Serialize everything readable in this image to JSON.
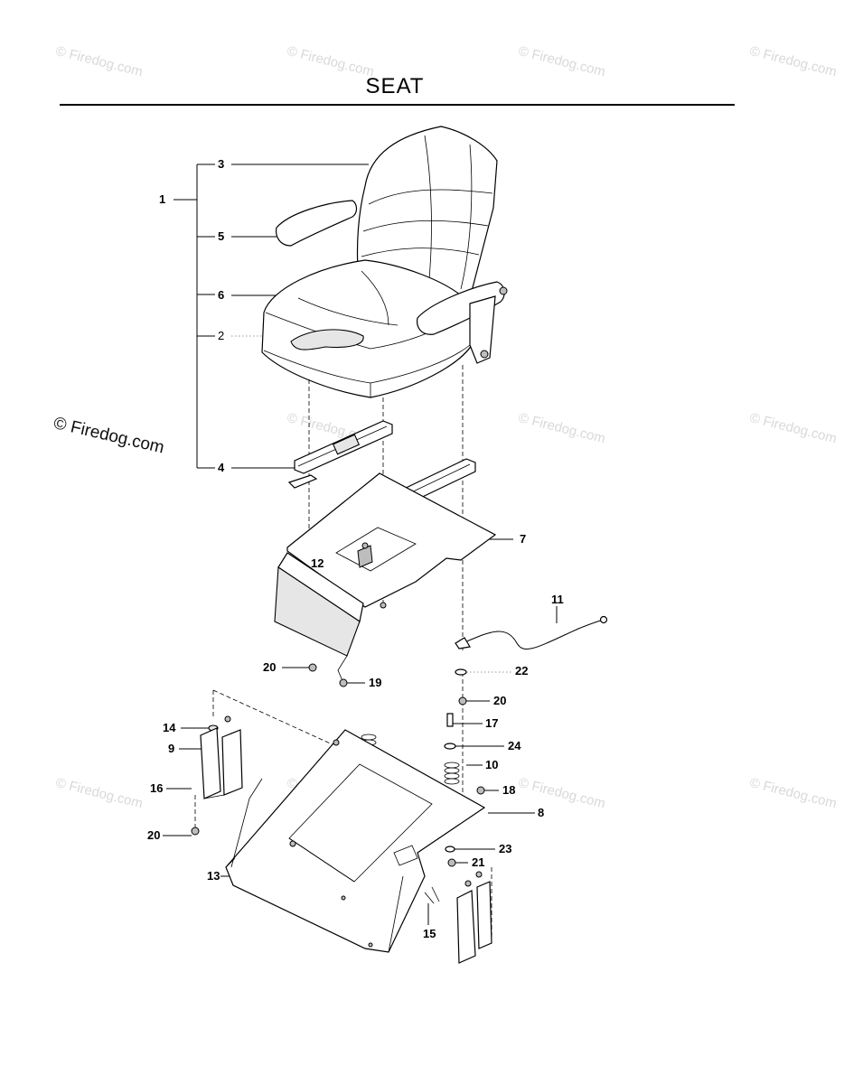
{
  "header": {
    "title": "SEAT"
  },
  "watermark": {
    "text": "© Firedog.com",
    "main_text": "© Firedog.com"
  },
  "callouts": [
    {
      "id": "c1",
      "text": "1"
    },
    {
      "id": "c2",
      "text": "2"
    },
    {
      "id": "c3",
      "text": "3"
    },
    {
      "id": "c4",
      "text": "4"
    },
    {
      "id": "c5",
      "text": "5"
    },
    {
      "id": "c6",
      "text": "6"
    },
    {
      "id": "c7",
      "text": "7"
    },
    {
      "id": "c8",
      "text": "8"
    },
    {
      "id": "c9",
      "text": "9"
    },
    {
      "id": "c10",
      "text": "10"
    },
    {
      "id": "c11",
      "text": "11"
    },
    {
      "id": "c12",
      "text": "12"
    },
    {
      "id": "c13",
      "text": "13"
    },
    {
      "id": "c14",
      "text": "14"
    },
    {
      "id": "c15",
      "text": "15"
    },
    {
      "id": "c16",
      "text": "16"
    },
    {
      "id": "c17",
      "text": "17"
    },
    {
      "id": "c18",
      "text": "18"
    },
    {
      "id": "c19",
      "text": "19"
    },
    {
      "id": "c20a",
      "text": "20"
    },
    {
      "id": "c20b",
      "text": "20"
    },
    {
      "id": "c20c",
      "text": "20"
    },
    {
      "id": "c21",
      "text": "21"
    },
    {
      "id": "c22",
      "text": "22"
    },
    {
      "id": "c23",
      "text": "23"
    },
    {
      "id": "c24",
      "text": "24"
    }
  ]
}
